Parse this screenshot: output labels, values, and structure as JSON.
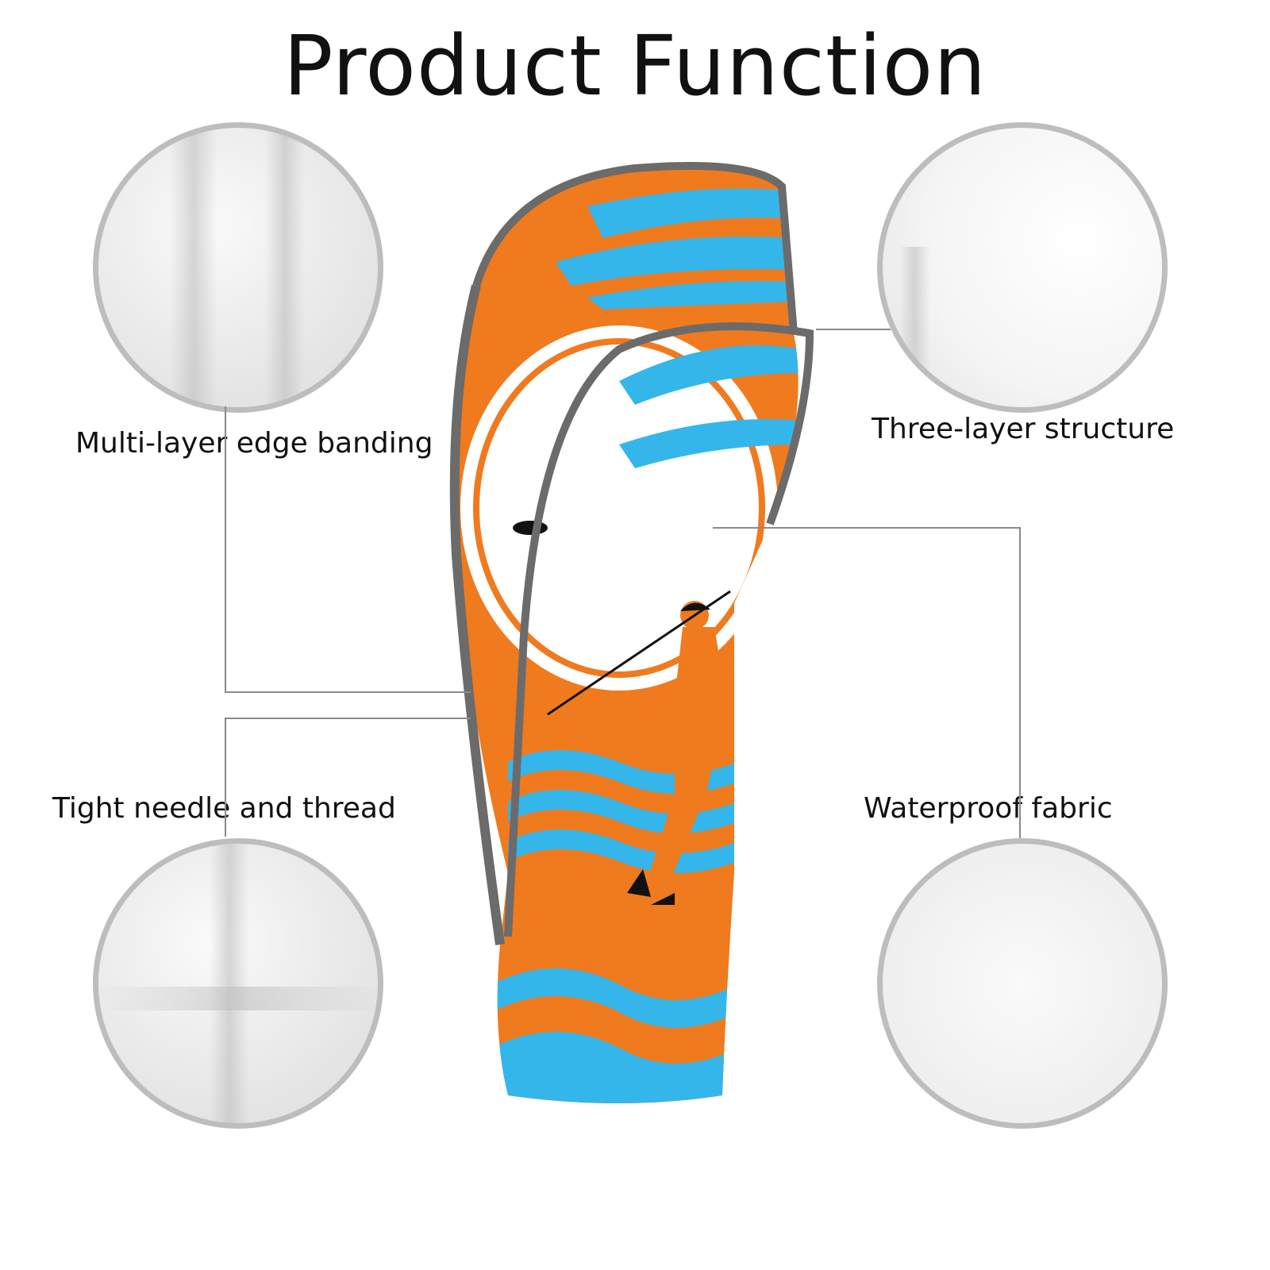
{
  "title": "Product Function",
  "features": {
    "top_left": "Multi-layer edge banding",
    "top_right": "Three-layer structure",
    "bottom_left": "Tight needle and thread",
    "bottom_right": "Waterproof fabric"
  },
  "colors": {
    "orange": "#f07a1e",
    "blue": "#35b6ea",
    "border": "#6b6b6b",
    "circle_ring": "#bdbdbd"
  }
}
